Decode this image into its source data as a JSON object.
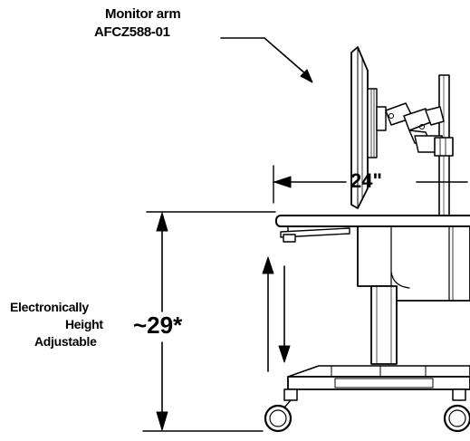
{
  "callout": {
    "line1": "Monitor arm",
    "line2": "AFCZ588-01"
  },
  "dimensions": {
    "width": "24\"",
    "height": "~29*"
  },
  "side_label": {
    "line1": "Electronically",
    "line2": "Height",
    "line3": "Adjustable"
  },
  "colors": {
    "line": "#000000",
    "fill_light": "#f2f2f2",
    "fill_mid": "#d9d9d9",
    "background": "#ffffff"
  }
}
